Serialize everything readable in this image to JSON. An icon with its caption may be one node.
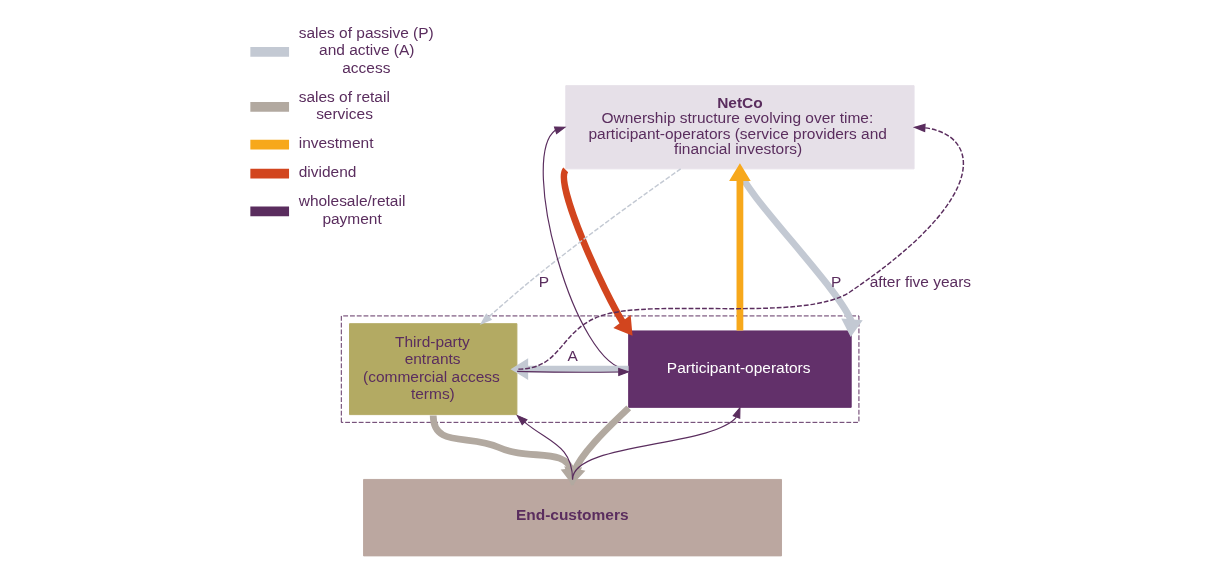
{
  "diagram": {
    "nodes": [
      {
        "text": [
          "NetCo",
          "Ownership structure evolving over time: participant-operators (service providers and financial investors)"
        ]
      },
      {
        "text": [],
        "shape": "box"
      },
      {
        "text": [
          "Participant-operators"
        ],
        "in": 1
      },
      {
        "text": [
          "Third-party entrants (commercial access terms)"
        ],
        "in": 1
      },
      {
        "text": [
          "End-customers"
        ]
      }
    ],
    "edges": [
      {
        "from": 0,
        "to": 2,
        "arrow": "to",
        "style": "thick",
        "color": "#d2451e"
      },
      {
        "from": 2,
        "to": 0,
        "arrow": "to",
        "style": "thick",
        "color": "#f7a81b"
      },
      {
        "from": 0,
        "to": 2,
        "arrow": "to",
        "label": "P",
        "style": "thick",
        "color": "#c3c9d3"
      },
      {
        "from": 0,
        "to": 3,
        "arrow": "to",
        "label": "P",
        "style": "dashed",
        "color": "#c3c9d3"
      },
      {
        "from": 2,
        "to": 0,
        "arrow": "to"
      },
      {
        "from": 3,
        "to": 0,
        "arrow": "to",
        "label": "after five years",
        "style": "dashed"
      },
      {
        "from": 2,
        "to": 3,
        "arrow": "to",
        "label": "A",
        "style": "thick",
        "color": "#c3c9d3"
      },
      {
        "from": 3,
        "to": 2,
        "arrow": "to"
      },
      {
        "from": 2,
        "to": 4,
        "arrow": "to",
        "style": "thick",
        "color": "#b2a9a0"
      },
      {
        "from": 4,
        "to": 2,
        "arrow": "to"
      },
      {
        "from": 3,
        "to": 4,
        "arrow": "to",
        "style": "thick",
        "color": "#b2a9a0"
      },
      {
        "from": 4,
        "to": 3,
        "arrow": "to"
      }
    ],
    "legend": [
      {
        "text": "sales of passive (P) and active (A) access"
      },
      {
        "text": "sales of retail services"
      },
      {
        "text": "investment"
      },
      {
        "text": "dividend"
      },
      {
        "text": "wholesale/retail payment"
      }
    ]
  }
}
